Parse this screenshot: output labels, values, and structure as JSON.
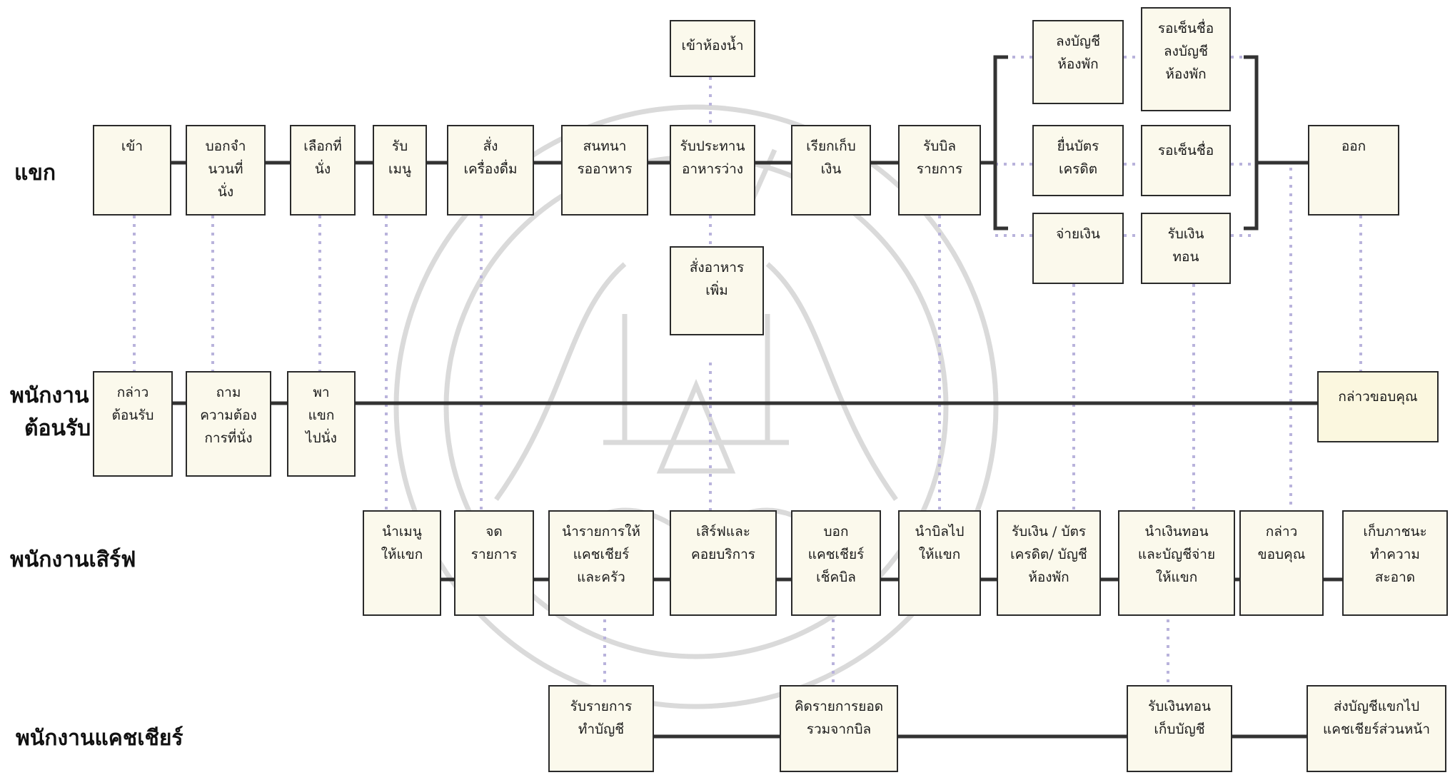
{
  "lanes": {
    "guest": "แขก",
    "receptionist_1": "พนักงาน",
    "receptionist_2": "ต้อนรับ",
    "server": "พนักงานเสิร์ฟ",
    "cashier": "พนักงานแคชเชียร์"
  },
  "steps": {
    "guest_enter": "เข้า",
    "guest_tell_count": "บอกจำ\nนวนที่\nนั่ง",
    "guest_choose_seat": "เลือกที่\nนั่ง",
    "guest_receive_menu": "รับ\nเมนู",
    "guest_order_drink": "สั่ง\nเครื่องดื่ม",
    "guest_chat_wait": "สนทนา\nรออาหาร",
    "guest_eat_snack": "รับประทาน\nอาหารว่าง",
    "guest_restroom": "เข้าห้องน้ำ",
    "guest_order_more": "สั่งอาหาร\nเพิ่ม",
    "guest_call_bill": "เรียกเก็บ\nเงิน",
    "guest_receive_bill": "รับบิล\nรายการ",
    "guest_charge_room": "ลงบัญชี\nห้องพัก",
    "guest_wait_sign_room": "รอเซ็นชื่อ\nลงบัญชี\nห้องพัก",
    "guest_give_card": "ยื่นบัตร\nเครดิต",
    "guest_wait_sign": "รอเซ็นชื่อ",
    "guest_pay": "จ่ายเงิน",
    "guest_receive_change": "รับเงิน\nทอน",
    "guest_exit": "ออก",
    "rec_greet": "กล่าว\nต้อนรับ",
    "rec_ask_seat": "ถาม\nความต้อง\nการที่นั่ง",
    "rec_lead_guest": "พา\nแขก\nไปนั่ง",
    "rec_thank": "กล่าวขอบคุณ",
    "srv_bring_menu": "นำเมนู\nให้แขก",
    "srv_take_order": "จด\nรายการ",
    "srv_send_order": "นำรายการให้\nแคชเชียร์\nและครัว",
    "srv_serve": "เสิร์ฟและ\nคอยบริการ",
    "srv_tell_cashier": "บอก\nแคชเชียร์\nเช็คบิล",
    "srv_bring_bill": "นำบิลไป\nให้แขก",
    "srv_receive_payment": "รับเงิน / บัตร\nเครดิต/ บัญชี\nห้องพัก",
    "srv_return_change": "นำเงินทอน\nและบัญชีจ่าย\nให้แขก",
    "srv_thank": "กล่าว\nขอบคุณ",
    "srv_clean": "เก็บภาชนะ\nทำความ\nสะอาด",
    "csh_record": "รับรายการ\nทำบัญชี",
    "csh_total": "คิดรายการยอด\nรวมจากบิล",
    "csh_change": "รับเงินทอน\nเก็บบัญชี",
    "csh_send": "ส่งบัญชีแขกไป\nแคชเชียร์ส่วนหน้า"
  },
  "colors": {
    "box_fill": "#fbf9ec",
    "box_border": "#2a2a2a",
    "flow_line": "#333333",
    "dotted_link": "#b9b3dc",
    "watermark": "#d9d9d9"
  }
}
